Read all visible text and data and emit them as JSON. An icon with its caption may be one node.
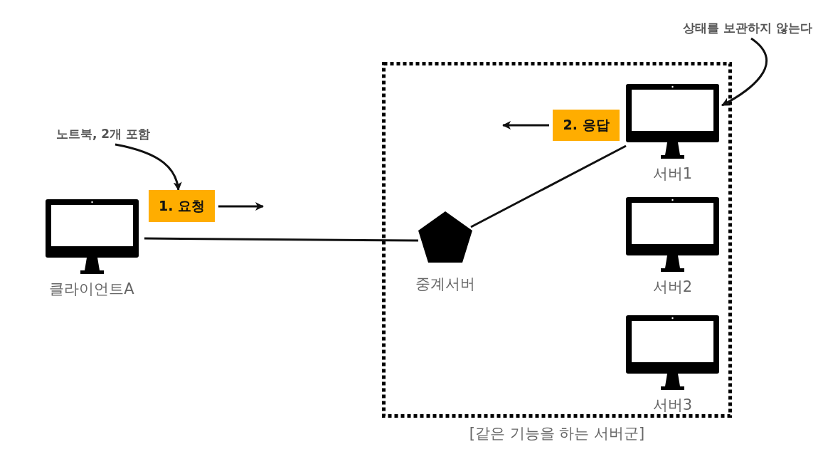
{
  "diagram": {
    "nodes": [
      {
        "text": [
          "상태를 보관하지 않는다"
        ]
      },
      {
        "text": [
          "[같은 기능을 하는 서버군]"
        ]
      },
      {
        "text": [
          "2. 응답"
        ],
        "in": 1
      },
      {
        "text": [
          "서버1"
        ],
        "in": 1
      },
      {
        "text": [
          "노트북, 2개 포함"
        ]
      },
      {
        "text": [
          "1. 요청"
        ]
      },
      {
        "text": [
          "클라이언트A"
        ]
      },
      {
        "text": [
          "중계서버"
        ],
        "in": 1
      },
      {
        "text": [
          "서버2"
        ],
        "in": 1
      },
      {
        "text": [
          "서버3"
        ],
        "in": 1
      }
    ],
    "edges": [
      {
        "from": 0,
        "to": 3,
        "arrow": "to"
      },
      {
        "from": 4,
        "to": 5,
        "arrow": "to"
      },
      {
        "from": 6,
        "to": 7,
        "arrow": "none"
      },
      {
        "from": 7,
        "to": 3,
        "arrow": "none"
      }
    ]
  }
}
